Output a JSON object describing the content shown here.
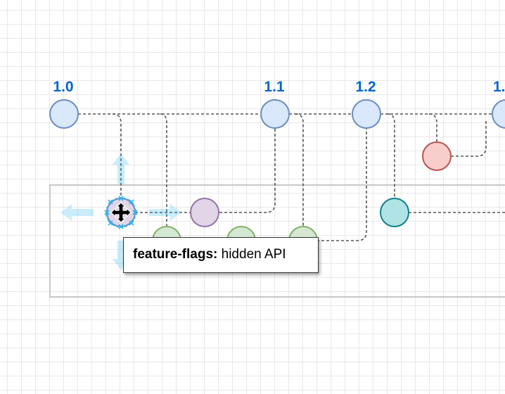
{
  "diagram": {
    "versions": [
      {
        "label": "1.0"
      },
      {
        "label": "1.1"
      },
      {
        "label": "1.2"
      },
      {
        "label": "1."
      }
    ],
    "colors": {
      "main_fill": "#dae8fc",
      "main_stroke": "#6c8ebf",
      "label": "#0066cc",
      "purple_fill": "#e1d5e7",
      "purple_stroke": "#9673a6",
      "green_fill": "#d5e8d4",
      "green_stroke": "#82b366",
      "red_fill": "#f8cecc",
      "red_stroke": "#b85450",
      "teal_fill": "#b0e3e6",
      "teal_stroke": "#0e8088",
      "edge": "#555555",
      "selection": "#29b6f2",
      "container_border": "#c8c8c8"
    }
  },
  "tooltip": {
    "title": "feature-flags:",
    "text": "hidden API"
  }
}
